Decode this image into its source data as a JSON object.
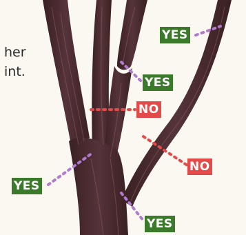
{
  "caption": {
    "line1": "her",
    "line2": "int."
  },
  "labels": {
    "yes_top": "YES",
    "yes_crotch": "YES",
    "no_mid": "NO",
    "no_right": "NO",
    "yes_left": "YES",
    "yes_bottom": "YES"
  },
  "colors": {
    "yes": "#3a7a2a",
    "no": "#e34b4b",
    "yes_line": "#b07ad0",
    "no_line": "#e34b4b",
    "bark": "#4a2b2c",
    "background": "#fbf8f1"
  }
}
